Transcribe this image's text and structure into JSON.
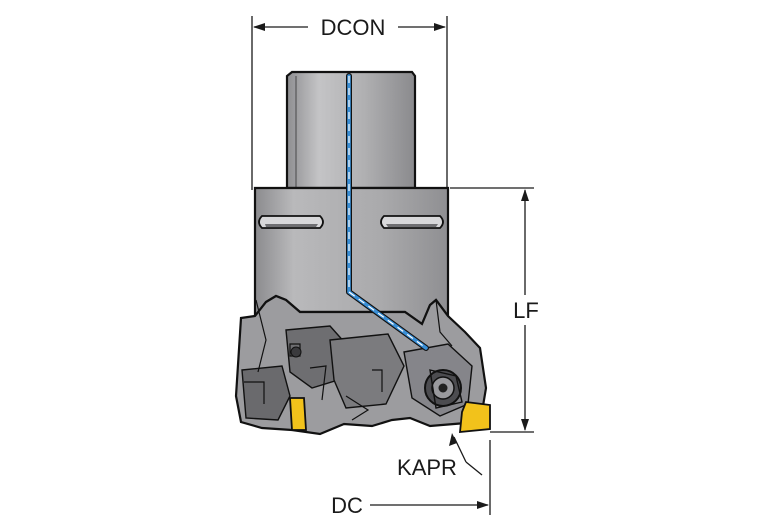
{
  "dimensions": {
    "dcon": "DCON",
    "lf": "LF",
    "kapr": "KAPR",
    "dc": "DC"
  },
  "colors": {
    "body_fill": "#a9a9ab",
    "shank_fill": "#b4b4b6",
    "shadow_fill": "#808083",
    "coolant_channel": "#3a8fd6",
    "insert": "#f2c21b",
    "outline": "#111111"
  },
  "icons": {
    "clamp_screw": "screw-icon",
    "cutting_insert": "insert-icon"
  }
}
